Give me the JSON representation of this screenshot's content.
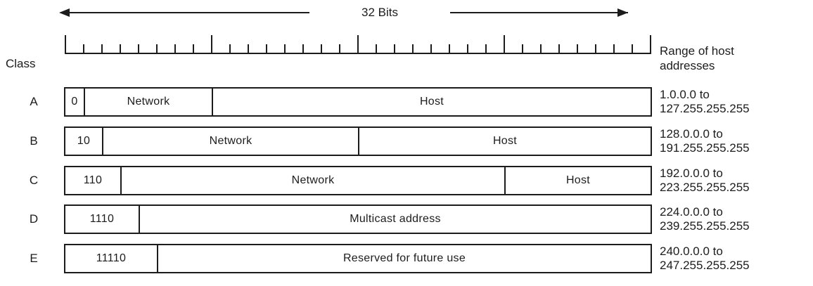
{
  "header": {
    "bits_label": "32 Bits",
    "class_label": "Class",
    "range_label": [
      "Range of host",
      "addresses"
    ]
  },
  "ruler": {
    "bits": 32,
    "major_every": 8
  },
  "colors": {
    "ink": "#1c1c1c",
    "background": "#ffffff"
  },
  "rows": [
    {
      "class_letter": "A",
      "cells": [
        {
          "label": "0",
          "bits": 1
        },
        {
          "label": "Network",
          "bits": 7
        },
        {
          "label": "Host",
          "bits": 24
        }
      ],
      "range": [
        "1.0.0.0 to",
        "127.255.255.255"
      ]
    },
    {
      "class_letter": "B",
      "cells": [
        {
          "label": "10",
          "bits": 2
        },
        {
          "label": "Network",
          "bits": 14
        },
        {
          "label": "Host",
          "bits": 16
        }
      ],
      "range": [
        "128.0.0.0 to",
        "191.255.255.255"
      ]
    },
    {
      "class_letter": "C",
      "cells": [
        {
          "label": "110",
          "bits": 3
        },
        {
          "label": "Network",
          "bits": 21
        },
        {
          "label": "Host",
          "bits": 8
        }
      ],
      "range": [
        "192.0.0.0 to",
        "223.255.255.255"
      ]
    },
    {
      "class_letter": "D",
      "cells": [
        {
          "label": "1110",
          "bits": 4
        },
        {
          "label": "Multicast address",
          "bits": 28
        }
      ],
      "range": [
        "224.0.0.0 to",
        "239.255.255.255"
      ]
    },
    {
      "class_letter": "E",
      "cells": [
        {
          "label": "11110",
          "bits": 5
        },
        {
          "label": "Reserved for future use",
          "bits": 27
        }
      ],
      "range": [
        "240.0.0.0 to",
        "247.255.255.255"
      ]
    }
  ]
}
